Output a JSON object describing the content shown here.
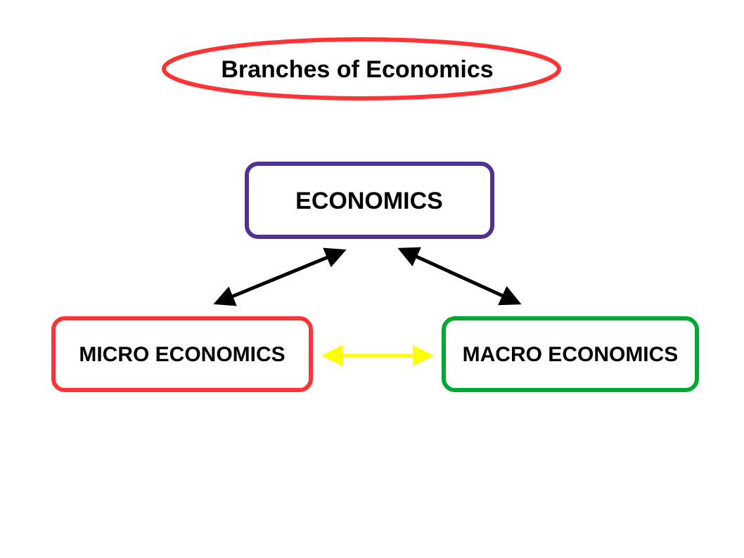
{
  "title": "Branches of Economics",
  "nodes": {
    "root": {
      "label": "ECONOMICS",
      "color": "#51308f"
    },
    "micro": {
      "label": "MICRO ECONOMICS",
      "color": "#ff3333"
    },
    "macro": {
      "label": "MACRO ECONOMICS",
      "color": "#00a933"
    }
  },
  "colors": {
    "title_ellipse": "#ff3333",
    "arrow_main": "#000000",
    "arrow_link": "#ffff00"
  }
}
